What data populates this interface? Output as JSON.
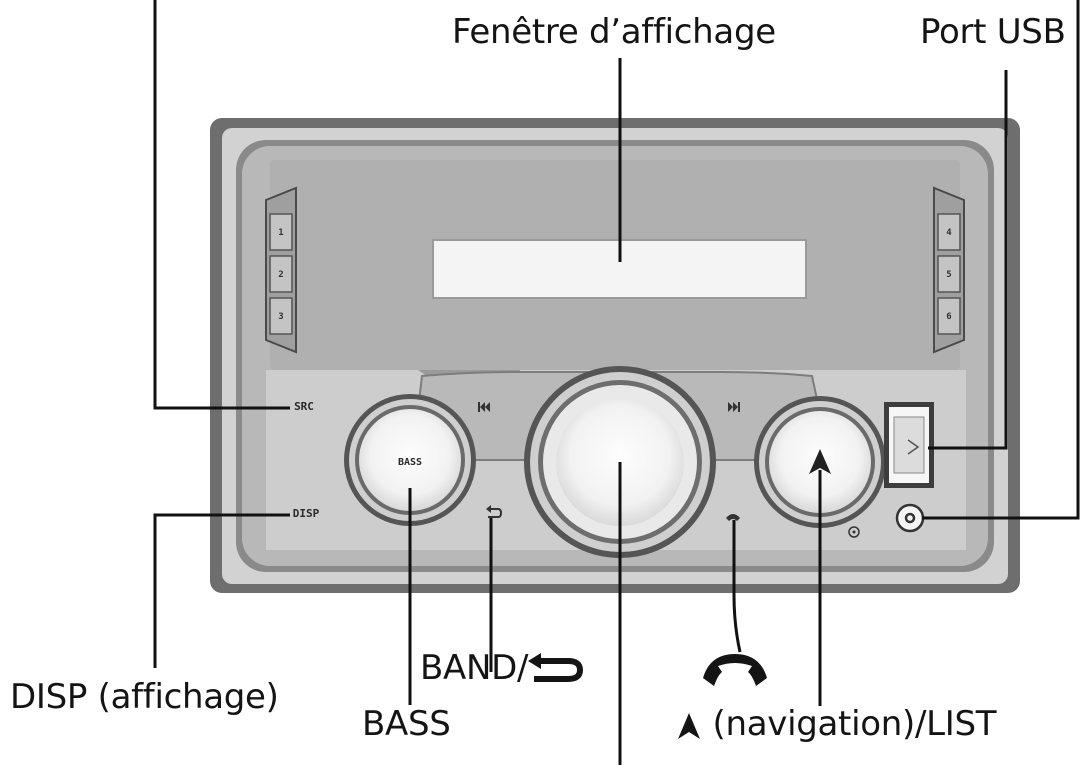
{
  "callouts": {
    "display_window": "Fenêtre d’affichage",
    "usb_port": "Port USB",
    "disp": "DISP (affichage)",
    "band": "BAND/",
    "bass": "BASS",
    "navigation": "(navigation)/LIST"
  },
  "panel": {
    "src_label": "SRC",
    "disp_label": "DISP",
    "bass_knob_label": "BASS",
    "preset_buttons_left": [
      "1",
      "2",
      "3"
    ],
    "preset_buttons_right": [
      "4",
      "5",
      "6"
    ]
  },
  "icons": {
    "prev_track": "skip-previous-icon",
    "next_track": "skip-next-icon",
    "band_return": "return-arrow-icon",
    "phone": "phone-handset-icon",
    "navigation": "navigation-arrow-icon",
    "usb": "usb-icon",
    "aux": "aux-jack-icon",
    "mic": "microphone-icon"
  },
  "colors": {
    "panel_frame": "#6e6e6e",
    "panel_face": "#b4b4b4",
    "panel_lower": "#c9c9c9",
    "display": "#f4f4f4",
    "leader": "#111111"
  }
}
